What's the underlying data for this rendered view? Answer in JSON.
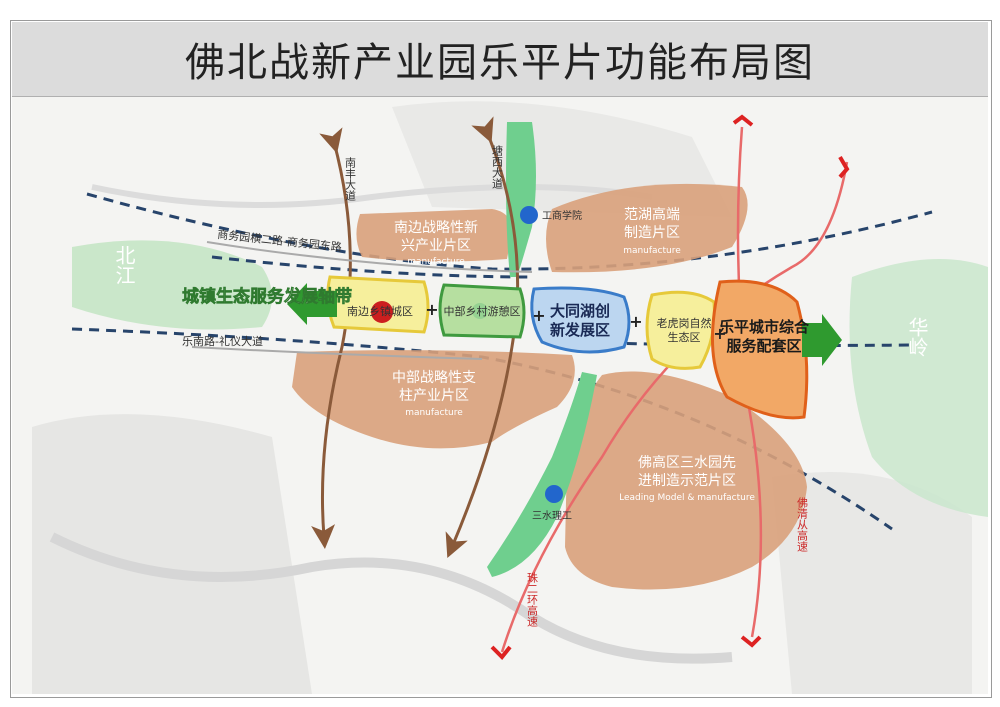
{
  "title": "佛北战新产业园乐平片功能布局图",
  "colors": {
    "industry": "#d9a17b",
    "yellow_zone": "#f6ef9c",
    "green_zone": "#b6dfa0",
    "blue_zone": "#bcd6f0",
    "orange_zone": "#f2a866",
    "green_corridor": "#6fcf8e",
    "axis_arrow": "#2f9a2f",
    "road_arrow": "#8a5a3a",
    "highway": "#e86a6a",
    "dashed_boundary": "#27446b",
    "campus_dot": "#2266cc",
    "center_dot": "#cc1f1f"
  },
  "labels": {
    "nanfeng_road": "南丰大道",
    "tangxi_road": "塘西大道",
    "shangwu_road": "商务园横二路-商务园东路",
    "lenan_road": "乐南路-礼仪大道",
    "ring_highway": "珠二环高速",
    "foqing_highway": "佛清从高速",
    "beijiang": "北江",
    "hualing": "华岭",
    "gongshang_college": "工商学院",
    "sanshui_college": "三水理工"
  },
  "zones": {
    "nanbian_strategic": {
      "line1": "南边战略性新",
      "line2": "兴产业片区",
      "sub": "manufacture"
    },
    "fanhu": {
      "line1": "范湖高端",
      "line2": "制造片区",
      "sub": "manufacture"
    },
    "middle_pillar": {
      "line1": "中部战略性支",
      "line2": "柱产业片区",
      "sub": "manufacture"
    },
    "foshan_high_tech": {
      "line1": "佛高区三水园先",
      "line2": "进制造示范片区",
      "sub": "Leading Model & manufacture"
    },
    "nanbian_town": {
      "name": "南边乡镇城区"
    },
    "middle_village": {
      "name": "中部乡村游憩区"
    },
    "datong_lake": {
      "line1": "大同湖创",
      "line2": "新发展区"
    },
    "laohuang": {
      "line1": "老虎岗自然",
      "line2": "生态区"
    },
    "leping_city": {
      "line1": "乐平城市综合",
      "line2": "服务配套区"
    },
    "ecology_axis": {
      "name": "城镇生态服务发展轴带"
    }
  },
  "plus_sign": "+"
}
